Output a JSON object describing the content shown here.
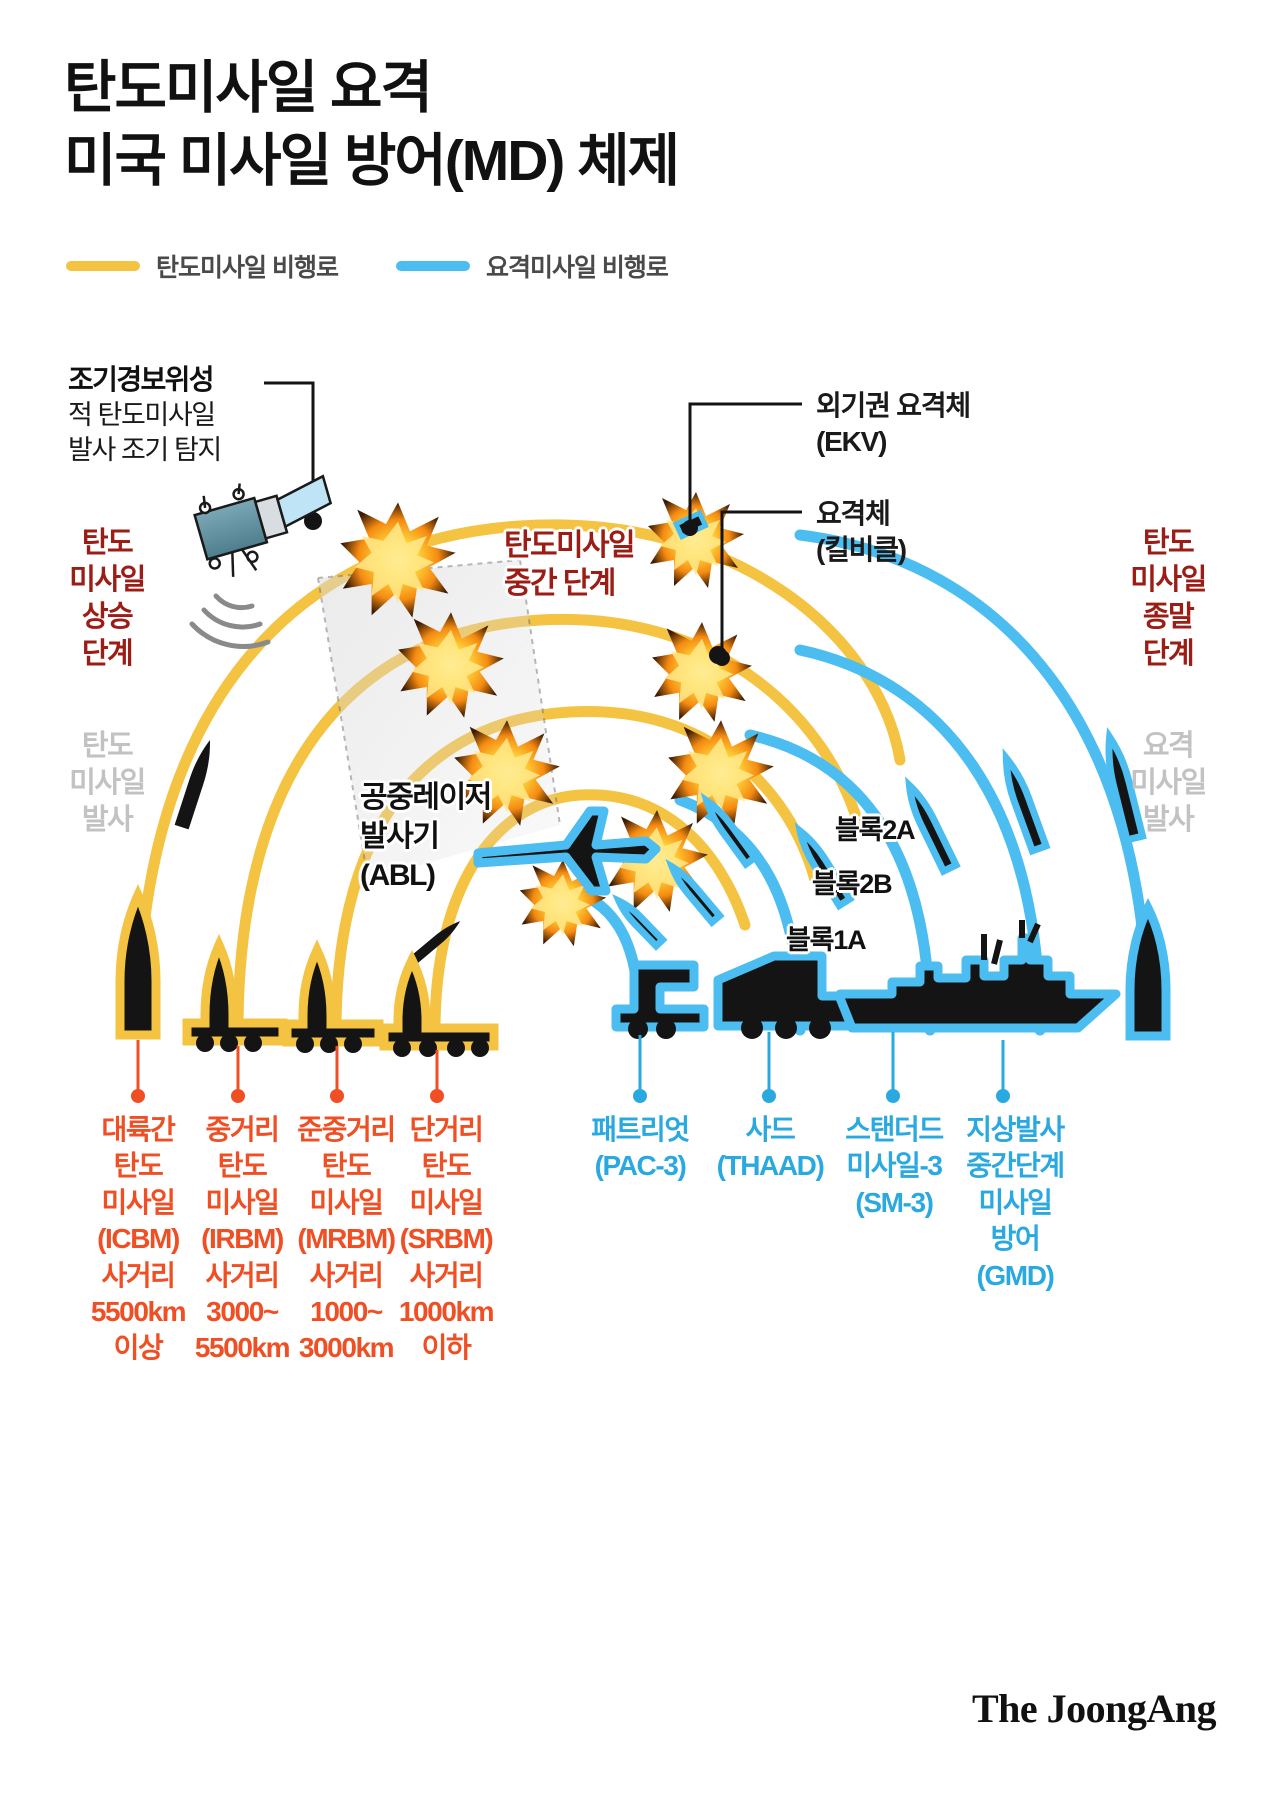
{
  "title": {
    "line1": "탄도미사일 요격",
    "line2": "미국 미사일 방어(MD) 체제"
  },
  "legend": {
    "items": [
      {
        "label": "탄도미사일 비행로",
        "color": "#f5c342",
        "name": "ballistic-path"
      },
      {
        "label": "요격미사일 비행로",
        "color": "#4cbdf0",
        "name": "interceptor-path"
      }
    ]
  },
  "colors": {
    "ballistic_yellow": "#f5c342",
    "interceptor_blue": "#4cbdf0",
    "stage_dark_red": "#9c1d16",
    "label_orange": "#f04e23",
    "label_blue": "#29a9e0",
    "gray_label": "#c2c2c2",
    "black": "#111111"
  },
  "satellite_callout": {
    "title": "조기경보위성",
    "body_line1": "적 탄도미사일",
    "body_line2": "발사 조기 탐지",
    "icon": "early-warning-satellite-icon"
  },
  "stage_labels": {
    "left_red": [
      "탄도",
      "미사일",
      "상승",
      "단계"
    ],
    "left_gray": [
      "탄도",
      "미사일",
      "발사"
    ],
    "right_red": [
      "탄도",
      "미사일",
      "종말",
      "단계"
    ],
    "right_gray": [
      "요격",
      "미사일",
      "발사"
    ],
    "midcourse": [
      "탄도미사일",
      "중간 단계"
    ]
  },
  "callouts": {
    "ekv": {
      "line1": "외기권 요격체",
      "line2": "(EKV)"
    },
    "kill_vehicle": {
      "line1": "요격체",
      "line2": "(킬비클)"
    },
    "abl": {
      "line1": "공중레이저",
      "line2": "발사기",
      "line3": "(ABL)"
    }
  },
  "block_labels": [
    {
      "label": "블록2A"
    },
    {
      "label": "블록2B"
    },
    {
      "label": "블록1A"
    }
  ],
  "ballistic_missiles": [
    {
      "name": "icbm",
      "lines": [
        "대륙간",
        "탄도",
        "미사일",
        "(ICBM)",
        "사거리",
        "5500km",
        "이상"
      ]
    },
    {
      "name": "irbm",
      "lines": [
        "중거리",
        "탄도",
        "미사일",
        "(IRBM)",
        "사거리",
        "3000~",
        "5500km"
      ]
    },
    {
      "name": "mrbm",
      "lines": [
        "준중거리",
        "탄도",
        "미사일",
        "(MRBM)",
        "사거리",
        "1000~",
        "3000km"
      ]
    },
    {
      "name": "srbm",
      "lines": [
        "단거리",
        "탄도",
        "미사일",
        "(SRBM)",
        "사거리",
        "1000km",
        "이하"
      ]
    }
  ],
  "interceptors": [
    {
      "name": "patriot",
      "lines": [
        "패트리엇",
        "(PAC-3)"
      ]
    },
    {
      "name": "thaad",
      "lines": [
        "사드",
        "(THAAD)"
      ]
    },
    {
      "name": "sm3",
      "lines": [
        "스탠더드",
        "미사일-3",
        "(SM-3)"
      ]
    },
    {
      "name": "gmd",
      "lines": [
        "지상발사",
        "중간단계",
        "미사일",
        "방어",
        "(GMD)"
      ]
    }
  ],
  "brand": "The JoongAng"
}
